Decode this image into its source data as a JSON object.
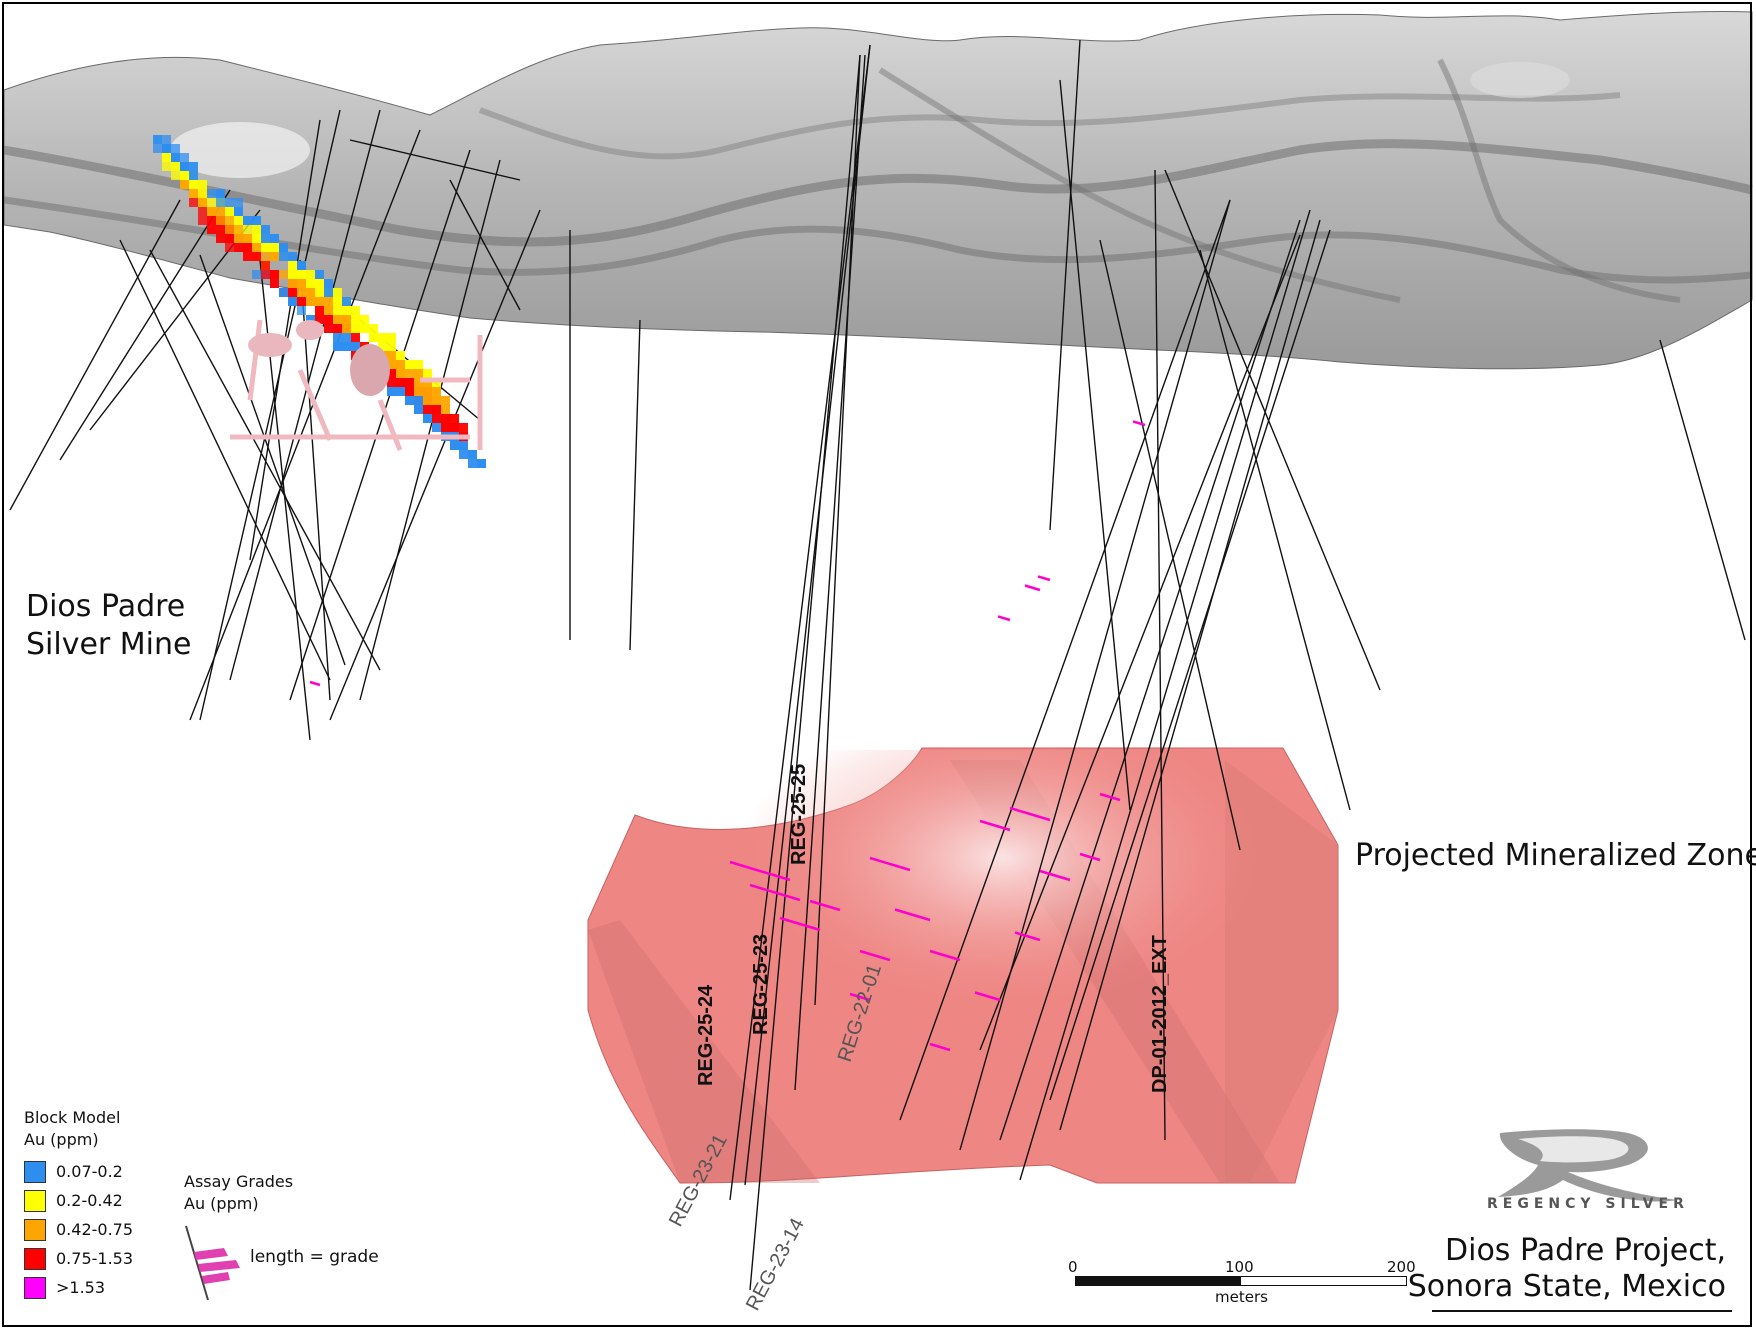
{
  "labels": {
    "mine_line1": "Dios Padre",
    "mine_line2": "Silver Mine",
    "zone": "Projected Mineralized Zone"
  },
  "drill_holes": [
    {
      "id": "REG-25-24",
      "style": "bold"
    },
    {
      "id": "REG-25-23",
      "style": "bold"
    },
    {
      "id": "REG-25-25",
      "style": "bold"
    },
    {
      "id": "REG-22-01",
      "style": "gray"
    },
    {
      "id": "DP-01-2012_EXT",
      "style": "bold"
    },
    {
      "id": "REG-23-21",
      "style": "gray"
    },
    {
      "id": "REG-23-14",
      "style": "gray"
    }
  ],
  "legend": {
    "block_model_title_1": "Block Model",
    "block_model_title_2": "Au (ppm)",
    "classes": [
      {
        "range": "0.07-0.2",
        "color": "#2e8ef0"
      },
      {
        "range": "0.2-0.42",
        "color": "#ffff00"
      },
      {
        "range": "0.42-0.75",
        "color": "#ffa500"
      },
      {
        "range": "0.75-1.53",
        "color": "#ff0000"
      },
      {
        "range": ">1.53",
        "color": "#ff00ff"
      }
    ],
    "assay_title_1": "Assay Grades",
    "assay_title_2": "Au (ppm)",
    "assay_note": "length = grade"
  },
  "scale": {
    "ticks": [
      "0",
      "100",
      "200"
    ],
    "unit": "meters"
  },
  "logo": {
    "name": "REGENCY SILVER"
  },
  "project": {
    "line1": "Dios Padre Project,",
    "line2": "Sonora State, Mexico"
  }
}
